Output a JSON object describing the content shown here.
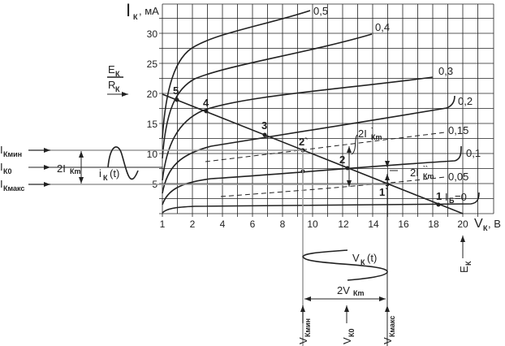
{
  "axes": {
    "y_label": "I",
    "y_label_sub": "К",
    "y_unit": ", мА",
    "x_label": "V",
    "x_label_sub": "К",
    "x_unit": ", В",
    "y_ticks": [
      "5",
      "10",
      "15",
      "20",
      "25",
      "30"
    ],
    "x_ticks": [
      "1",
      "2",
      "4",
      "6",
      "8",
      "10",
      "12",
      "14",
      "16",
      "18",
      "20"
    ]
  },
  "curves": {
    "labels": [
      "0,5",
      "0,4",
      "0,3",
      "0,2",
      "0,15",
      "0,1",
      "0,05"
    ],
    "ib0_label": "I",
    "ib0_sub": "Б",
    "ib0_value": "=0"
  },
  "load_line": {
    "ek_rk_num": "E",
    "ek_rk_num_sub": "К",
    "ek_rk_den": "R",
    "ek_rk_den_sub": "К",
    "points": [
      "5",
      "4",
      "3",
      "2`",
      "2",
      "1`",
      "1"
    ]
  },
  "input_side": {
    "ik_min": "I",
    "ik_min_sub": "Кмин",
    "ik0": "I",
    "ik0_sub": "К0",
    "ik_max": "I",
    "ik_max_sub": "Кмакс",
    "amp": "2I",
    "amp_sub": "Кm",
    "signal": "i",
    "signal_sub": "К",
    "signal_arg": "(t)"
  },
  "annotations": {
    "two_ikm1": "2I",
    "two_ikm1_sup": "`",
    "two_ikm1_sub": "Кm",
    "two_ikm2": "2I",
    "two_ikm2_sup": "``",
    "two_ikm2_sub": "Кm"
  },
  "output_side": {
    "vk_signal": "V",
    "vk_signal_sub": "К",
    "vk_signal_arg": "(t)",
    "amp": "2V",
    "amp_sub": "Кm",
    "vk_min": "V",
    "vk_min_sub": "Кмин",
    "vk0": "V",
    "vk0_sub": "К0",
    "vk_max": "V",
    "vk_max_sub": "Кмакс",
    "ek": "E",
    "ek_sub": "К"
  }
}
